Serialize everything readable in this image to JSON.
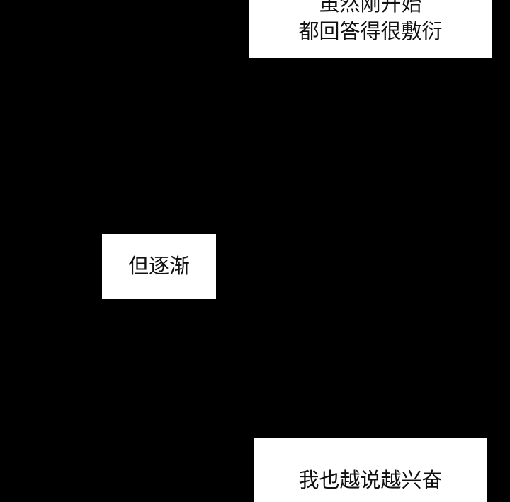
{
  "captions": [
    {
      "lines": [
        "虽然刚开始",
        "都回答得很敷衍"
      ]
    },
    {
      "lines": [
        "但逐渐"
      ]
    },
    {
      "lines": [
        "我也越说越兴奋"
      ]
    }
  ],
  "colors": {
    "background": "#000000",
    "caption_bg": "#ffffff",
    "text": "#111111"
  }
}
